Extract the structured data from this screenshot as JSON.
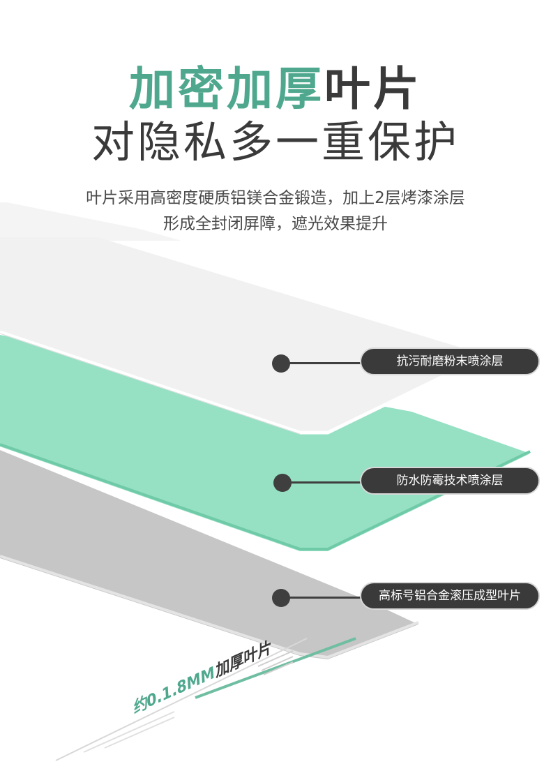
{
  "headline": {
    "accent": "加密加厚",
    "dark": "叶片"
  },
  "subheadline": "对隐私多一重保护",
  "description": {
    "line1": "叶片采用高密度硬质铝镁合金锻造，加上2层烤漆涂层",
    "line2": "形成全封闭屏障，遮光效果提升"
  },
  "layers": [
    {
      "label": "抗污耐磨粉末喷涂层",
      "color": "#f1f1f1"
    },
    {
      "label": "防水防霉技术喷涂层",
      "color": "#96e0c4"
    },
    {
      "label": "高标号铝合金滚压成型叶片",
      "color": "#c6c6c6"
    }
  ],
  "thickness": {
    "number": "约0.1.8MM",
    "text": "加厚叶片"
  },
  "colors": {
    "accent": "#4fa88e",
    "dark": "#3a3a3a",
    "mint": "#96e0c4"
  }
}
